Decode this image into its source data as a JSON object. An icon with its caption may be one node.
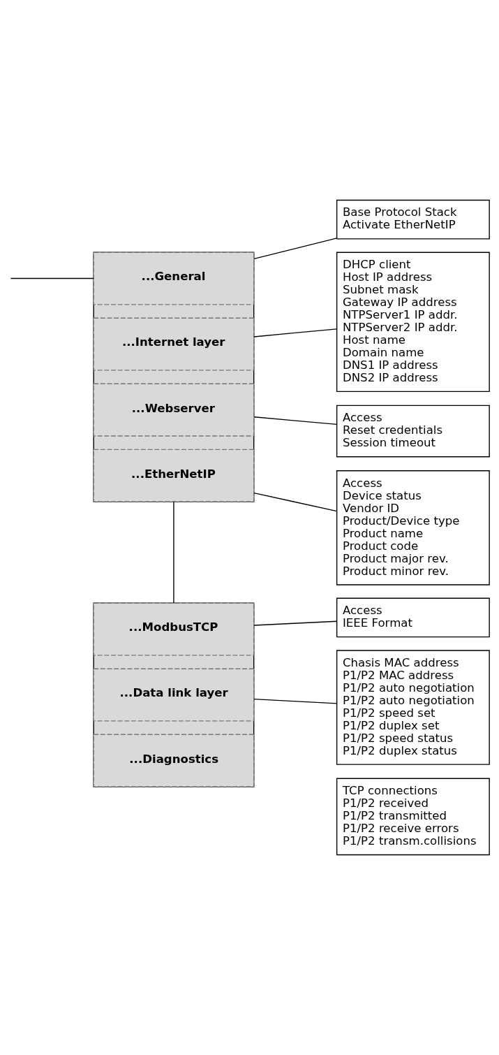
{
  "diagram": {
    "nodes": [
      {
        "text": [],
        "shape": "box"
      },
      {
        "text": [
          "...General"
        ],
        "in": 0
      },
      {
        "text": [
          "...Internet layer"
        ],
        "in": 0
      },
      {
        "text": [
          "...Webserver"
        ],
        "in": 0
      },
      {
        "text": [
          "...EtherNetIP"
        ],
        "in": 0
      },
      {
        "text": [],
        "shape": "box"
      },
      {
        "text": [
          "...ModbusTCP"
        ],
        "in": 5
      },
      {
        "text": [
          "...Data link layer"
        ],
        "in": 5
      },
      {
        "text": [
          "...Diagnostics"
        ],
        "in": 5
      },
      {
        "text": [
          "Base Protocol Stack",
          "Activate EtherNetIP"
        ]
      },
      {
        "text": [
          "DHCP client",
          "Host IP address",
          "Subnet mask",
          "Gateway IP address",
          "NTPServer1 IP addr.",
          "NTPServer2 IP addr.",
          "Host name",
          "Domain name",
          "DNS1 IP address",
          "DNS2 IP address"
        ]
      },
      {
        "text": [
          "Access",
          "Reset credentials",
          "Session timeout"
        ]
      },
      {
        "text": [
          "Access",
          "Device status",
          "Vendor ID",
          "Product/Device type",
          "Product name",
          "Product code",
          "Product major rev.",
          "Product minor rev."
        ]
      },
      {
        "text": [
          "Access",
          "IEEE Format"
        ]
      },
      {
        "text": [
          "Chasis MAC address",
          "P1/P2 MAC address",
          "P1/P2 auto negotiation",
          "P1/P2 auto negotiation",
          "P1/P2 speed set",
          "P1/P2 duplex set",
          "P1/P2 speed status",
          "P1/P2 duplex status"
        ]
      },
      {
        "text": [
          "TCP connections",
          "P1/P2 received",
          "P1/P2 transmitted",
          "P1/P2 receive errors",
          "P1/P2 transm.collisions"
        ]
      }
    ],
    "edges": [
      {
        "from": null,
        "to": 1,
        "arrow": "none"
      },
      {
        "from": 1,
        "to": 9,
        "arrow": "none"
      },
      {
        "from": 2,
        "to": 10,
        "arrow": "none"
      },
      {
        "from": 3,
        "to": 11,
        "arrow": "none"
      },
      {
        "from": 4,
        "to": 12,
        "arrow": "none"
      },
      {
        "from": 4,
        "to": 6,
        "arrow": "none"
      },
      {
        "from": 6,
        "to": 13,
        "arrow": "none"
      },
      {
        "from": 7,
        "to": 14,
        "arrow": "none"
      }
    ]
  }
}
